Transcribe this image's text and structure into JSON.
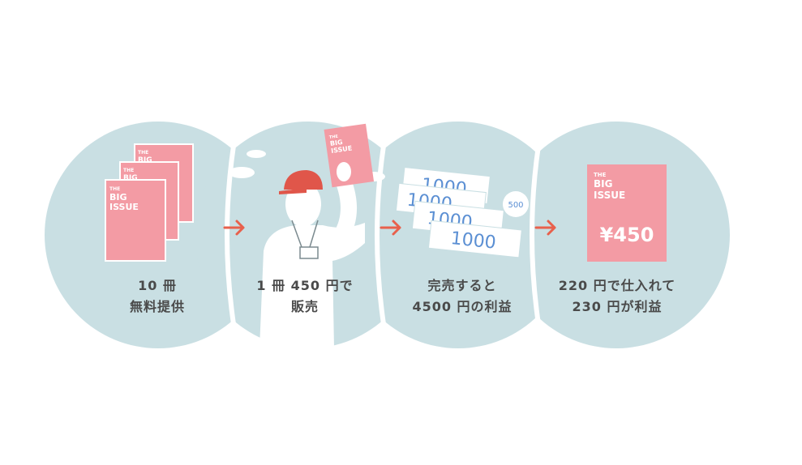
{
  "steps": [
    {
      "line1": "10 冊",
      "line2": "無料提供"
    },
    {
      "line1": "1 冊 450 円で",
      "line2": "販売"
    },
    {
      "line1": "完売すると",
      "line2": "4500 円の利益"
    },
    {
      "line1": "220 円で仕入れて",
      "line2": "230 円が利益"
    }
  ],
  "magazine_logo": {
    "the": "THE",
    "big": "BIG",
    "issue": "ISSUE"
  },
  "bills": {
    "thousand": "1000",
    "coin": "500"
  },
  "price_tag": "¥450",
  "colors": {
    "circle": "#c9dfe3",
    "magazine": "#f39ba4",
    "arrow": "#e8604c",
    "cap": "#e0564a",
    "bill_ink": "#5b8fd3"
  }
}
